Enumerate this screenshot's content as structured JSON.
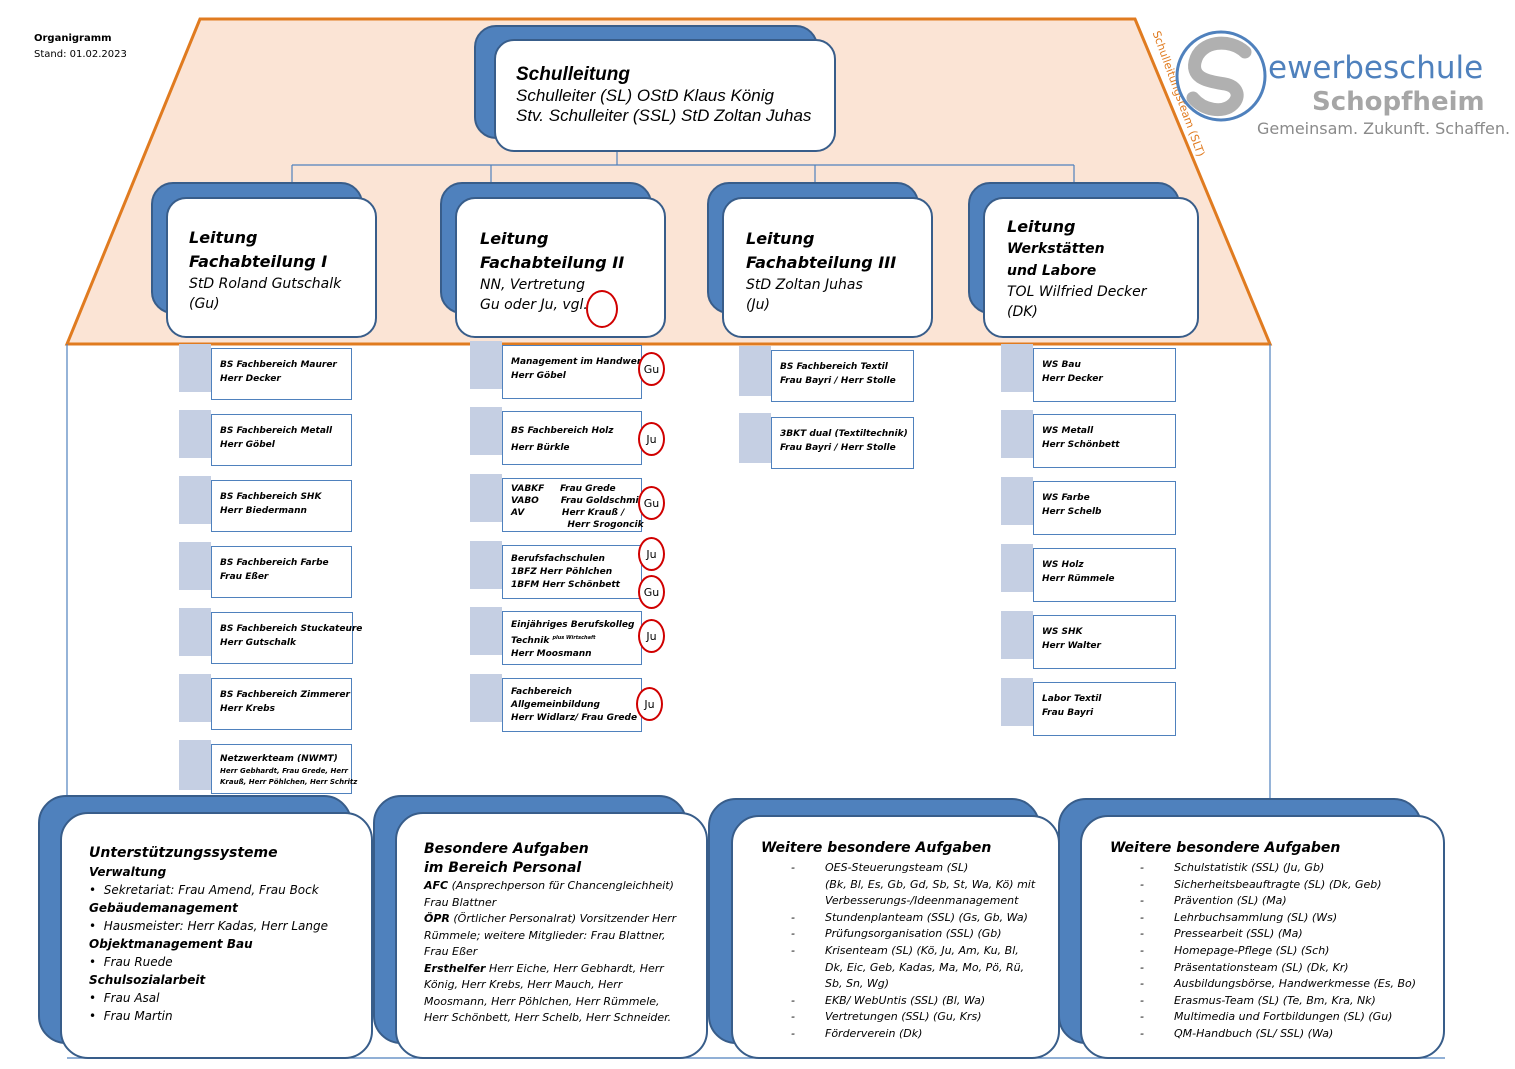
{
  "meta": {
    "title": "Organigramm",
    "date": "Stand: 01.02.2023"
  },
  "slt_label": "Schulleitungsteam (SLT)",
  "logo": {
    "word1": "ewerbeschule",
    "word2": "Schopfheim",
    "slogan": "Gemeinsam. Zukunft. Schaffen."
  },
  "colors": {
    "roof_fill": "#fbe4d5",
    "roof_stroke": "#e07b20",
    "box_blue": "#4f81bd",
    "border": "#385d8a",
    "mark_red": "#d00000"
  },
  "head": {
    "title": "Schulleitung",
    "line1": "Schulleiter (SL) OStD Klaus König",
    "line2": "Stv. Schulleiter (SSL) StD Zoltan Juhas"
  },
  "departments": [
    {
      "t1": "Leitung",
      "t2": "Fachabteilung I",
      "l1": "StD Roland Gutschalk",
      "l2": "(Gu)"
    },
    {
      "t1": "Leitung",
      "t2": "Fachabteilung II",
      "l1": "NN, Vertretung",
      "l2": "Gu oder Ju, vgl."
    },
    {
      "t1": "Leitung",
      "t2": "Fachabteilung III",
      "l1": "StD Zoltan Juhas",
      "l2": "(Ju)"
    },
    {
      "t1": "Leitung",
      "t2": "Werkstätten",
      "t3": "und Labore",
      "l1": "TOL Wilfried Decker",
      "l2": "(DK)"
    }
  ],
  "col1": [
    {
      "a": "BS Fachbereich  Maurer",
      "b": "Herr Decker"
    },
    {
      "a": "BS Fachbereich Metall",
      "b": "Herr Göbel"
    },
    {
      "a": "BS Fachbereich SHK",
      "b": "Herr Biedermann"
    },
    {
      "a": "BS Fachbereich Farbe",
      "b": "Frau Eßer"
    },
    {
      "a": "BS Fachbereich Stuckateure",
      "b": "Herr Gutschalk"
    },
    {
      "a": "BS Fachbereich Zimmerer",
      "b": "Herr Krebs"
    },
    {
      "a": "Netzwerkteam (NWMT)",
      "b": "Herr Gebhardt, Frau Grede, Herr",
      "c": "Krauß, Herr Pöhlchen, Herr Schritz"
    }
  ],
  "col2": [
    {
      "a": "Management im Handwerk",
      "b": "Herr Göbel"
    },
    {
      "a": "BS Fachbereich Holz",
      "b": "Herr Bürkle"
    },
    {
      "a": "VABKF     Frau Grede",
      "b": "VABO       Frau Goldschmidt",
      "c": "AV            Herr Krauß /",
      "d": "                  Herr Srogoncik"
    },
    {
      "a": "Berufsfachschulen",
      "b": "1BFZ Herr Pöhlchen",
      "c": "1BFM Herr Schönbett"
    },
    {
      "a": "Einjähriges Berufskolleg",
      "b": "Technik",
      "sup": "plus Wirtschaft",
      "c": "Herr Moosmann"
    },
    {
      "a": "Fachbereich",
      "b": "Allgemeinbildung",
      "c": "Herr Widlarz/ Frau Grede"
    }
  ],
  "marks": [
    "Gu",
    "Ju",
    "Gu",
    "Ju",
    "Gu",
    "Ju",
    "Ju"
  ],
  "col3": [
    {
      "a": "BS Fachbereich Textil",
      "b": "Frau Bayri / Herr Stolle"
    },
    {
      "a": "3BKT dual (Textiltechnik)",
      "b": "Frau Bayri / Herr Stolle"
    }
  ],
  "col4": [
    {
      "a": "WS Bau",
      "b": "Herr Decker"
    },
    {
      "a": "WS Metall",
      "b": "Herr Schönbett"
    },
    {
      "a": "WS Farbe",
      "b": "Herr Schelb"
    },
    {
      "a": "WS Holz",
      "b": "Herr Rümmele"
    },
    {
      "a": "WS SHK",
      "b": "Herr Walter"
    },
    {
      "a": "Labor Textil",
      "b": "Frau Bayri"
    }
  ],
  "support": {
    "title": "Unterstützungssysteme",
    "s1": "Verwaltung",
    "i1": "Sekretariat: Frau Amend, Frau Bock",
    "s2": "Gebäudemanagement",
    "i2": "Hausmeister: Herr Kadas, Herr Lange",
    "s3": "Objektmanagement Bau",
    "i3": "Frau Ruede",
    "s4": "Schulsozialarbeit",
    "i4": "Frau Asal",
    "i5": "Frau Martin"
  },
  "personal": {
    "title1": "Besondere Aufgaben",
    "title2": "im Bereich Personal",
    "afc_k": "AFC",
    "afc_v": " (Ansprechperson für Chancengleichheit)",
    "afc_n": "Frau Blattner",
    "opr_k": "ÖPR",
    "opr_v": " (Örtlicher Personalrat) Vorsitzender Herr",
    "opr_2": "Rümmele; weitere Mitglieder: Frau Blattner,",
    "opr_3": "Frau Eßer",
    "eh_k": "Ersthelfer",
    "eh_v": " Herr Eiche, Herr Gebhardt, Herr",
    "eh_2": "König, Herr Krebs, Herr Mauch, Herr",
    "eh_3": "Moosmann, Herr Pöhlchen, Herr Rümmele,",
    "eh_4": "Herr Schönbett, Herr Schelb, Herr Schneider."
  },
  "further1": {
    "title": "Weitere besondere Aufgaben",
    "items": [
      {
        "d": "-",
        "t": "OES-Steuerungsteam (SL)"
      },
      {
        "d": "",
        "t": "(Bk, Bl, Es, Gb, Gd, Sb, St, Wa, Kö) mit"
      },
      {
        "d": "",
        "t": "Verbesserungs-/Ideenmanagement"
      },
      {
        "d": "-",
        "t": "Stundenplanteam (SSL) (Gs, Gb, Wa)"
      },
      {
        "d": "-",
        "t": "Prüfungsorganisation (SSL) (Gb)"
      },
      {
        "d": "-",
        "t": "Krisenteam (SL) (Kö, Ju, Am, Ku, Bl,"
      },
      {
        "d": "",
        "t": "Dk,  Eic, Geb, Kadas, Ma, Mo, Pö, Rü,"
      },
      {
        "d": "",
        "t": "Sb, Sn, Wg)"
      },
      {
        "d": "-",
        "t": "EKB/ WebUntis (SSL) (Bl, Wa)"
      },
      {
        "d": "-",
        "t": "Vertretungen (SSL) (Gu, Krs)"
      },
      {
        "d": "-",
        "t": "Förderverein (Dk)"
      }
    ]
  },
  "further2": {
    "title": "Weitere besondere Aufgaben",
    "items": [
      {
        "d": "-",
        "t": "Schulstatistik (SSL) (Ju, Gb)"
      },
      {
        "d": "-",
        "t": "Sicherheitsbeauftragte (SL) (Dk, Geb)"
      },
      {
        "d": "-",
        "t": "Prävention (SL) (Ma)"
      },
      {
        "d": "-",
        "t": "Lehrbuchsammlung (SL) (Ws)"
      },
      {
        "d": "-",
        "t": "Pressearbeit (SSL) (Ma)"
      },
      {
        "d": "-",
        "t": "Homepage-Pflege (SL) (Sch)"
      },
      {
        "d": "-",
        "t": "Präsentationsteam (SL) (Dk, Kr)"
      },
      {
        "d": "-",
        "t": "Ausbildungsbörse, Handwerkmesse (Es, Bo)"
      },
      {
        "d": "-",
        "t": "Erasmus-Team (SL) (Te, Bm, Kra, Nk)"
      },
      {
        "d": "-",
        "t": "Multimedia und Fortbildungen (SL) (Gu)"
      },
      {
        "d": "-",
        "t": "QM-Handbuch (SL/ SSL) (Wa)"
      }
    ]
  }
}
